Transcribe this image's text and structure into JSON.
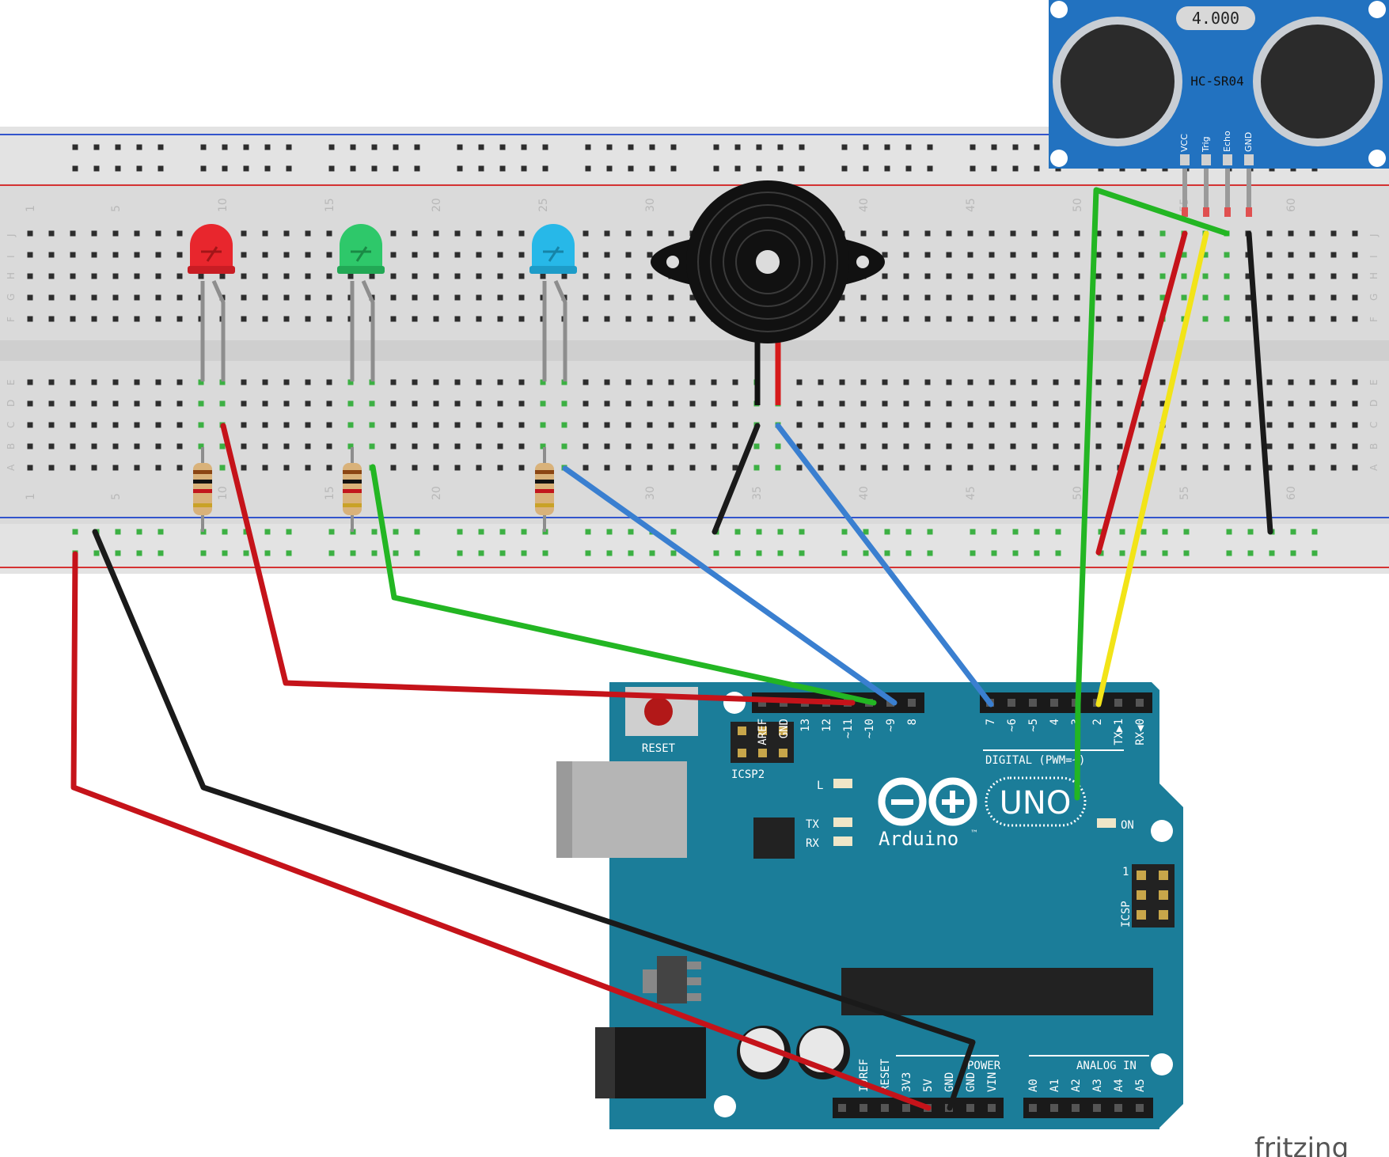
{
  "sensor": {
    "model": "HC-SR04",
    "crystal": "4.000",
    "pins": [
      "VCC",
      "Trig",
      "Echo",
      "GND"
    ]
  },
  "breadboard": {
    "column_numbers": [
      "1",
      "5",
      "10",
      "15",
      "20",
      "25",
      "30",
      "35",
      "40",
      "45",
      "50",
      "55",
      "60"
    ],
    "rows_top": [
      "J",
      "I",
      "H",
      "G",
      "F"
    ],
    "rows_bottom": [
      "E",
      "D",
      "C",
      "B",
      "A"
    ]
  },
  "components": {
    "leds": [
      {
        "color": "red",
        "hex": "#e8262d"
      },
      {
        "color": "green",
        "hex": "#2ec86a"
      },
      {
        "color": "blue",
        "hex": "#27b8e8"
      }
    ],
    "buzzer": "piezo-buzzer",
    "resistor_count": 3
  },
  "arduino": {
    "reset_label": "RESET",
    "icsp2_label": "ICSP2",
    "icsp_label": "ICSP",
    "icsp_pin1": "1",
    "digital_label": "DIGITAL (PWM=~)",
    "digital_pins": [
      "AREF",
      "GND",
      "13",
      "12",
      "~11",
      "~10",
      "~9",
      "8",
      "7",
      "~6",
      "~5",
      "4",
      "~3",
      "2",
      "TX▶1",
      "RX◀0"
    ],
    "brand": "Arduino",
    "trademark": "™",
    "model": "UNO",
    "led_L": "L",
    "led_TX": "TX",
    "led_RX": "RX",
    "led_ON": "ON",
    "power_label": "POWER",
    "power_pins": [
      "IOREF",
      "RESET",
      "3V3",
      "5V",
      "GND",
      "GND",
      "VIN"
    ],
    "analog_label": "ANALOG IN",
    "analog_pins": [
      "A0",
      "A1",
      "A2",
      "A3",
      "A4",
      "A5"
    ]
  },
  "watermark": "fritzing",
  "colors": {
    "board": "#1b7d99",
    "breadboard": "#e6e6e6",
    "wire_red": "#c5131a",
    "wire_black": "#1a1a1a",
    "wire_green": "#23b623",
    "wire_blue": "#3a7fd0",
    "wire_yellow": "#f2e418",
    "sensor_board": "#2272c0"
  }
}
